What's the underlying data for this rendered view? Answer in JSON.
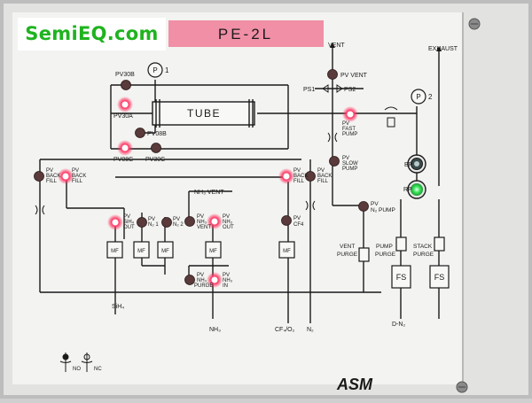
{
  "watermark": "SemiEQ.com",
  "panel": {
    "title": "PE-2L",
    "brand": "ASM",
    "colors": {
      "panel": "#f4f4f2",
      "title_plate": "#f08fa6",
      "line": "#1a1a1a",
      "led_on": "#ff2a5a",
      "led_green": "#39e65a"
    }
  },
  "labels": {
    "vent": "VENT",
    "exhaust": "EXHAUST",
    "pv_vent": "PV VENT",
    "ps1": "PS1",
    "ps2": "PS2",
    "p1": "P",
    "p1_num": "1",
    "p2": "P",
    "p2_num": "2",
    "tube": "TUBE",
    "pv30b": "PV30B",
    "pv30a": "PV30A",
    "pv08b": "PV08B",
    "pv08c": "PV08C",
    "pv30c": "PV30C",
    "pv_fast_pump": [
      "PV",
      "FAST",
      "PUMP"
    ],
    "pv_slow_pump": [
      "PV",
      "SLOW",
      "PUMP"
    ],
    "bp": "BP",
    "rp": "RP",
    "pv_back_fill_1": [
      "PV",
      "BACK",
      "FILL"
    ],
    "pv_back_fill_2": [
      "PV",
      "BACK",
      "FILL"
    ],
    "pv_back_fill_3": [
      "PV",
      "BACK",
      "FILL"
    ],
    "pv_back_fill_4": [
      "PV",
      "BACK",
      "FILL"
    ],
    "nh3_vent": "NH₃ VENT",
    "pv_n2_pump": [
      "PV",
      "N₂ PUMP"
    ],
    "pv_sih4_out": [
      "PV",
      "SiH₄",
      "OUT"
    ],
    "pv_n2_1": [
      "PV",
      "N₂ 1"
    ],
    "pv_n2_2": [
      "PV",
      "N₂ 2"
    ],
    "pv_nh3_vent": [
      "PV",
      "NH₃",
      "VENT"
    ],
    "pv_nh3_out": [
      "PV",
      "NH₃",
      "OUT"
    ],
    "pv_cf4": [
      "PV",
      "CF4"
    ],
    "mf": "MF",
    "pv_nh3_purge": [
      "PV",
      "NH₃",
      "PURGE"
    ],
    "pv_nh3_in": [
      "PV",
      "NH₃",
      "IN"
    ],
    "vent_purge": [
      "VENT",
      "PURGE"
    ],
    "pump_purge": [
      "PUMP",
      "PURGE"
    ],
    "stack_purge": [
      "STACK",
      "PURGE"
    ],
    "fs": "FS",
    "sih4": "SiH₄",
    "nh3": "NH₃",
    "cf4_o2": "CF₄/O₂",
    "n2": "N₂",
    "d_n2": "D-N₂",
    "no": "NO",
    "nc": "NC"
  }
}
